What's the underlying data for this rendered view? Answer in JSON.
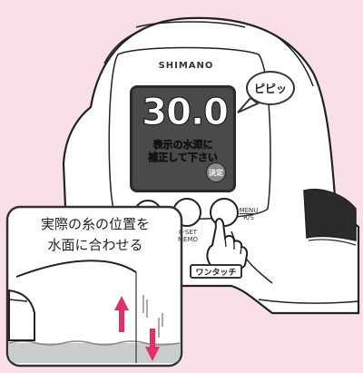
{
  "device": {
    "brand": "SHIMANO",
    "display_value": "30.0",
    "display_message_line1": "表示の水深に",
    "display_message_line2": "補正して下さい",
    "enter_button_label": "決定",
    "beep_sound": "ピピッ"
  },
  "buttons": {
    "zero_set_label_line1": "0-SET",
    "zero_set_label_line2": "MEMO",
    "menu_label_line1": "MENU",
    "menu_label_line2": "R/S",
    "one_touch_label": "ワンタッチ"
  },
  "inset": {
    "caption_line1": "実際の糸の位置を",
    "caption_line2": "水面に合わせる"
  },
  "colors": {
    "background": "#f9dfea",
    "arrow": "#e0306a",
    "water": "#c9cdcf"
  }
}
